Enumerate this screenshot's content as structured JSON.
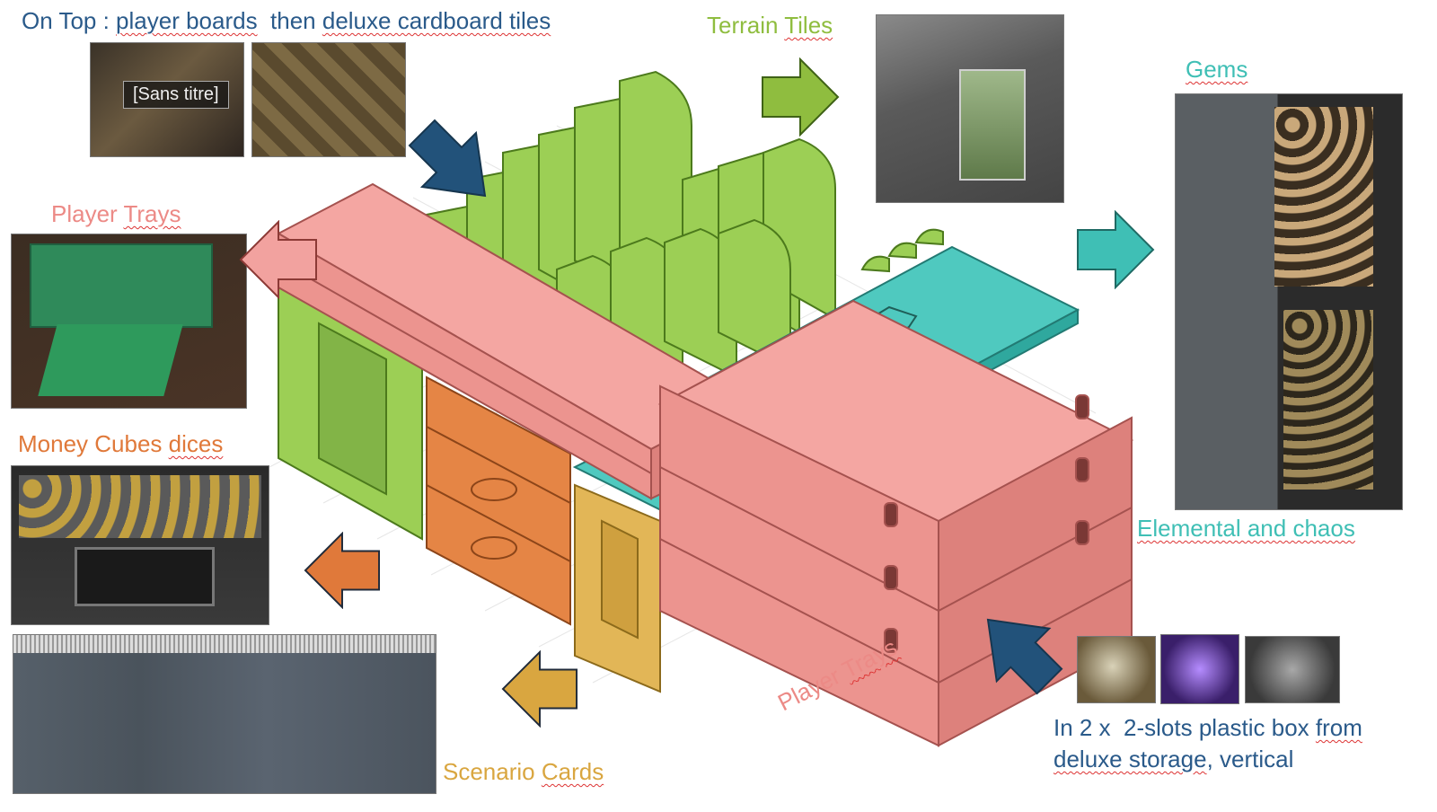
{
  "labels": {
    "on_top_prefix": "On Top : ",
    "on_top_player_boards": "player boards",
    "on_top_mid": "  then ",
    "on_top_deluxe": "deluxe cardboard tiles",
    "terrain_a": "Terrain ",
    "terrain_b": "Tiles",
    "gems": "Gems",
    "player_trays_left_a": "Player ",
    "player_trays_left_b": "Trays",
    "money_a": "Money Cubes ",
    "money_b": "dices",
    "elemental": "Elemental and chaos",
    "scenario_a": "Scenario ",
    "scenario_b": "Cards",
    "player_trays_bottom_a": "Player ",
    "player_trays_bottom_b": "Trays",
    "plastic_line1_a": "In 2 x  2-slots plastic box ",
    "plastic_line1_b": "from",
    "plastic_line2_a": "deluxe storage",
    "plastic_line2_b": ", vertical"
  },
  "overlay_tag": "[Sans titre]",
  "colors": {
    "blue_text": "#2a5a8a",
    "green": "#8fbd3f",
    "teal": "#3fbfb5",
    "salmon": "#e98c88",
    "orange": "#e0793a",
    "gold": "#d9a640",
    "navy_arrow": "#22527a"
  },
  "icons": [
    "arrow-right-green",
    "arrow-right-teal",
    "arrow-left-salmon",
    "arrow-left-orange",
    "arrow-left-gold",
    "arrow-downright-navy",
    "arrow-upleft-navy"
  ]
}
